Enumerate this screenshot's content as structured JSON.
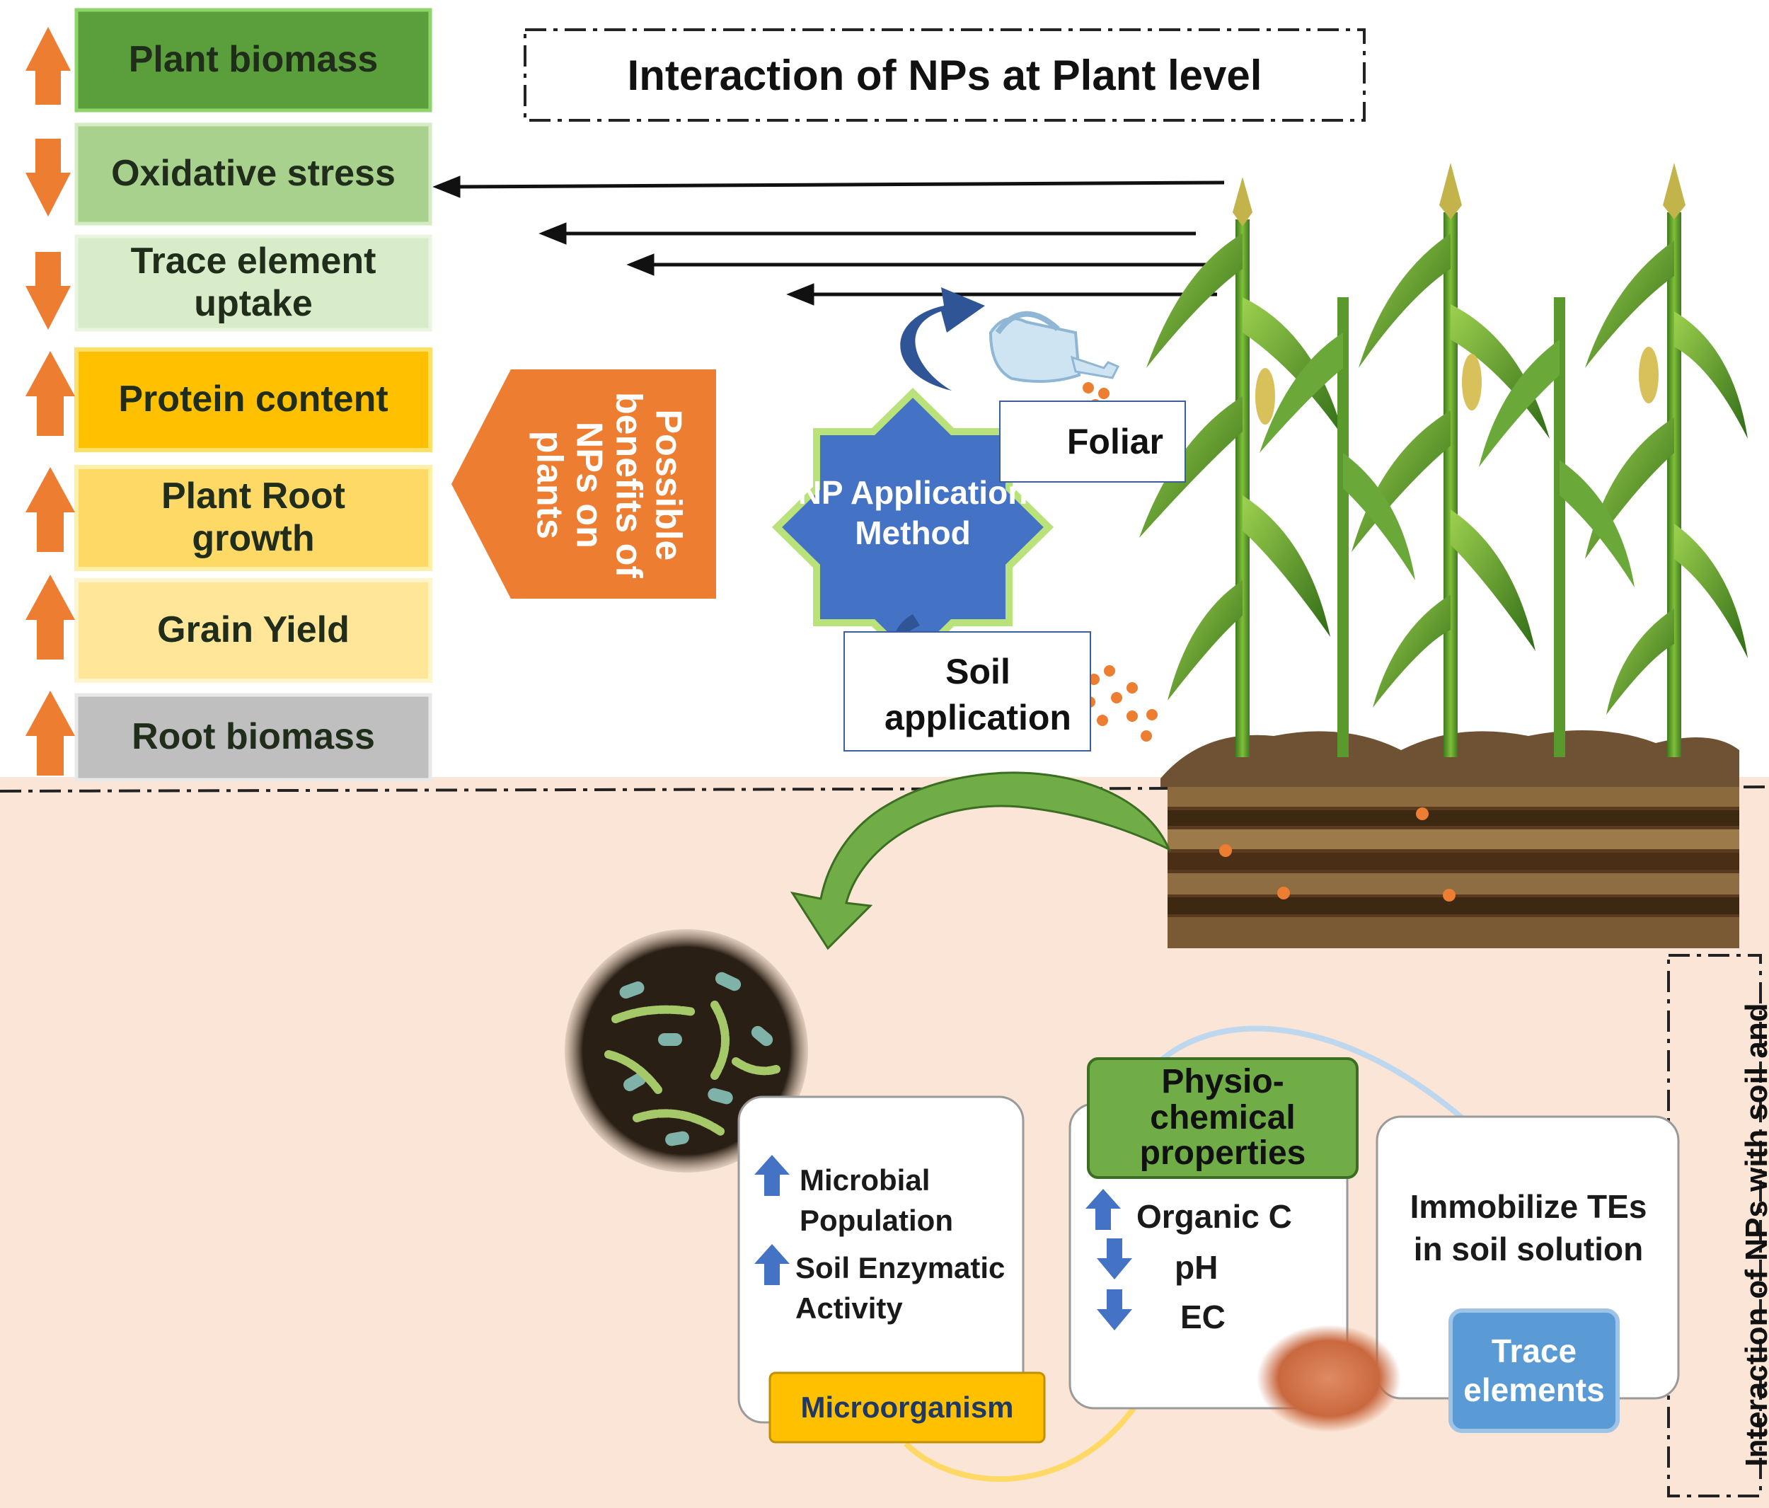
{
  "title": "Interaction of NPs at Plant level",
  "effects": [
    {
      "label": "Plant biomass",
      "trend": "up"
    },
    {
      "label": "Oxidative stress",
      "trend": "down"
    },
    {
      "label": "Trace element uptake",
      "trend": "down"
    },
    {
      "label": "Protein content",
      "trend": "up"
    },
    {
      "label": "Plant Root growth",
      "trend": "up"
    },
    {
      "label": "Grain Yield",
      "trend": "up"
    },
    {
      "label": "Root biomass",
      "trend": "up"
    }
  ],
  "benefits_label": "Possible benefits of NPs on plants",
  "method": {
    "center_label": "NP Application Method",
    "foliar_label": "Foliar",
    "soil_label": "Soil application"
  },
  "soil_section": {
    "side_title": "Interaction of NPs with soil and microorganisms",
    "microorganism_card": {
      "items": [
        {
          "label": "Microbial Population",
          "trend": "up"
        },
        {
          "label": "Soil Enzymatic Activity",
          "trend": "up"
        }
      ],
      "tag": "Microorganism"
    },
    "physio_card": {
      "tag": "Physio-chemical properties",
      "items": [
        {
          "label": "Organic C",
          "trend": "up"
        },
        {
          "label": "pH",
          "trend": "down"
        },
        {
          "label": "EC",
          "trend": "down"
        }
      ]
    },
    "trace_card": {
      "text": "Immobilize TEs in soil solution",
      "tag": "Trace elements"
    }
  },
  "colors": {
    "up_arrow": "#ed7d31",
    "down_arrow": "#ed7d31",
    "soil_background": "#fbe5d6",
    "benefits_pentagon": "#ed7d31",
    "method_star": "#4472c4",
    "blue_arrow": "#4472c4",
    "microorganism_tag": "#ffc000",
    "physio_tag": "#70ad47",
    "trace_tag": "#5b9bd5"
  }
}
